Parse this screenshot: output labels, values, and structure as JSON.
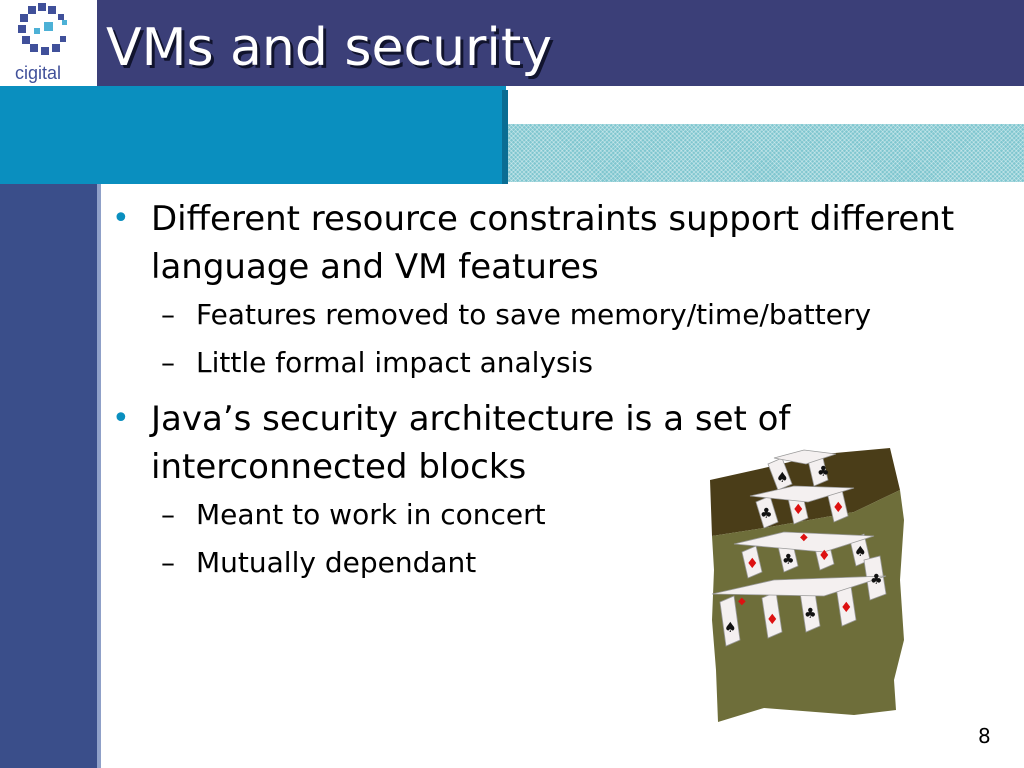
{
  "logo": {
    "text": "cigital"
  },
  "slide": {
    "title": "VMs and security",
    "page_number": "8"
  },
  "bullets": [
    {
      "text": "Different resource constraints support different language and VM features",
      "subs": [
        "Features removed to save memory/time/battery",
        "Little formal impact analysis"
      ]
    },
    {
      "text": "Java’s security architecture is a set of interconnected blocks",
      "subs": [
        "Meant to work in concert",
        "Mutually dependant"
      ]
    }
  ],
  "colors": {
    "header": "#3b3f78",
    "teal": "#0a8fbf",
    "left_bar": "#3a4e8a"
  },
  "illustration": {
    "subject": "house-of-cards-icon"
  }
}
